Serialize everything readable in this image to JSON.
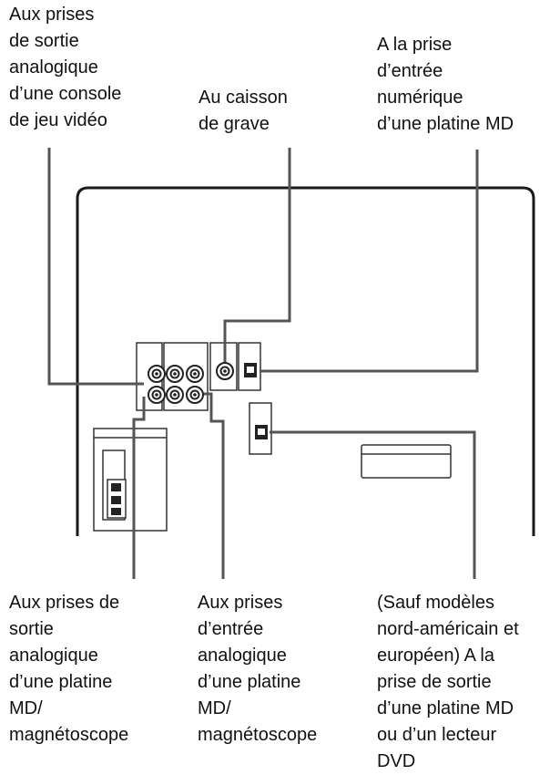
{
  "labels": {
    "top_left": "Aux prises\nde sortie\nanalogique\nd’une console\nde jeu vidéo",
    "top_center": "Au caisson\nde grave",
    "top_right": "A la prise\nd’entrée\nnumérique\nd’une platine MD",
    "bottom_left": "Aux prises de\nsortie\nanalogique\nd’une platine\nMD/\nmagnétoscope",
    "bottom_center": "Aux prises\nd’entrée\nanalogique\nd’une platine\nMD/\nmagnétoscope",
    "bottom_right": "(Sauf modèles\nnord-américain et\neuropéen) A la\nprise de sortie\nd’une platine MD\nou d’un lecteur\nDVD"
  },
  "colors": {
    "ink": "#1a1a1a",
    "cable": "#555555",
    "background": "#ffffff"
  }
}
